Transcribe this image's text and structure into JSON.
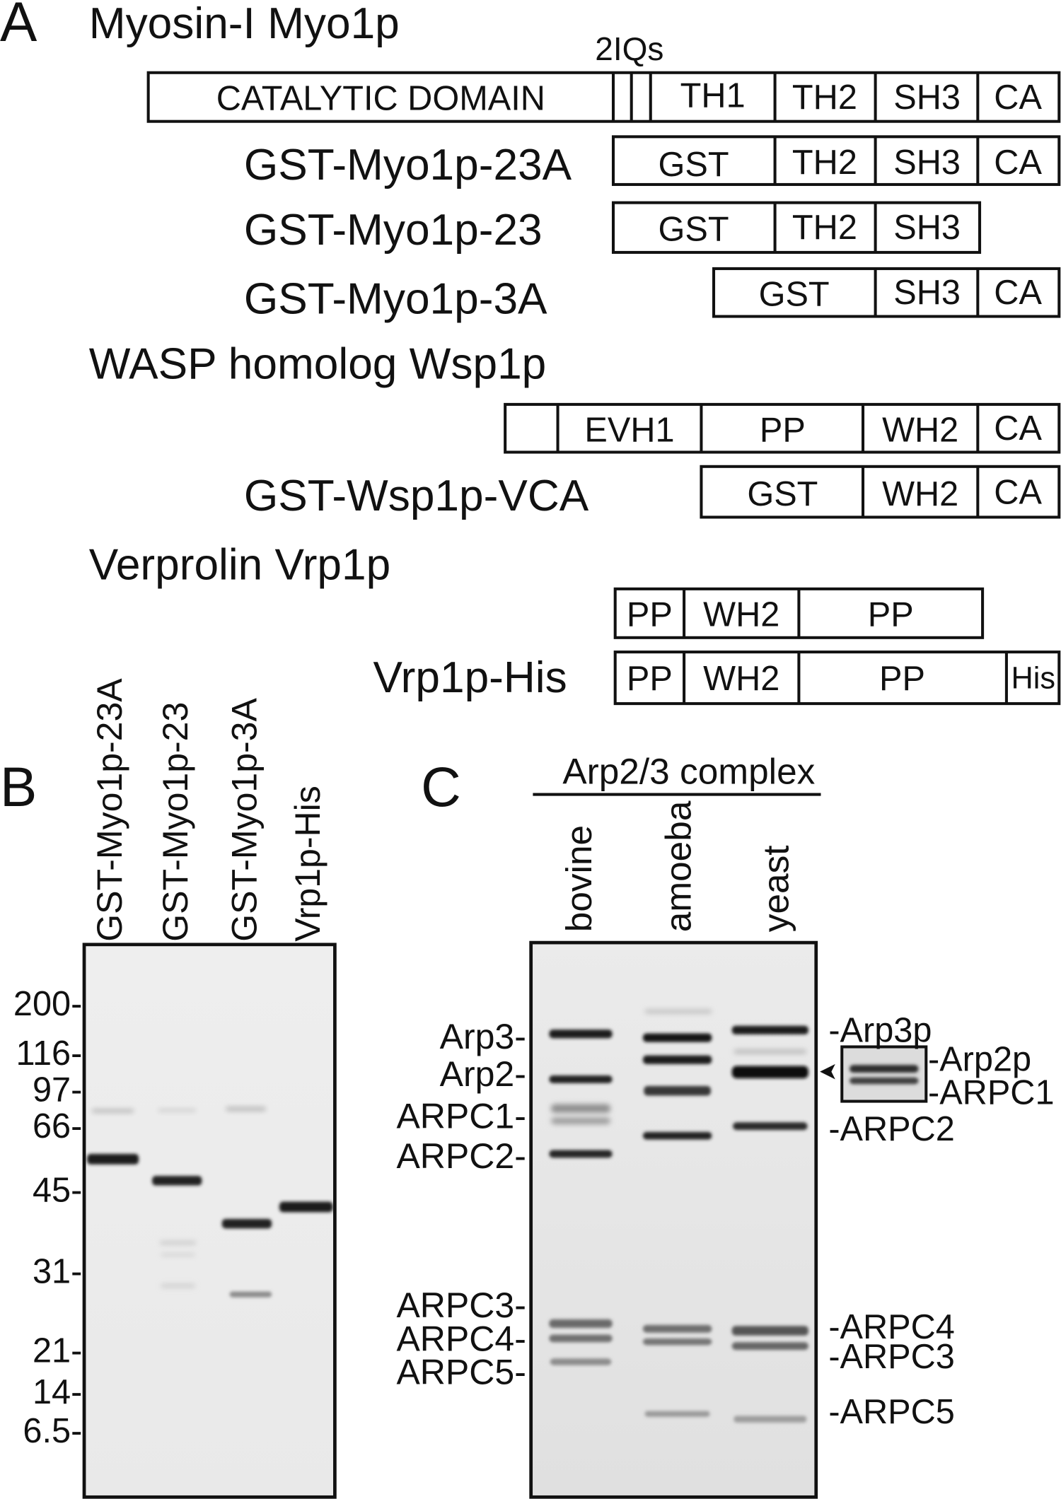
{
  "panel_a": {
    "letter": "A",
    "myo1p": {
      "title": "Myosin-I Myo1p",
      "iq_label": "2IQs",
      "domains": [
        "CATALYTIC DOMAIN",
        "TH1",
        "TH2",
        "SH3",
        "CA"
      ]
    },
    "myo1p_23a": {
      "name": "GST-Myo1p-23A",
      "domains": [
        "GST",
        "TH2",
        "SH3",
        "CA"
      ]
    },
    "myo1p_23": {
      "name": "GST-Myo1p-23",
      "domains": [
        "GST",
        "TH2",
        "SH3"
      ]
    },
    "myo1p_3a": {
      "name": "GST-Myo1p-3A",
      "domains": [
        "GST",
        "SH3",
        "CA"
      ]
    },
    "wsp1p": {
      "title": "WASP homolog Wsp1p",
      "domains": [
        "EVH1",
        "PP",
        "WH2",
        "CA"
      ]
    },
    "wsp1p_vca": {
      "name": "GST-Wsp1p-VCA",
      "domains": [
        "GST",
        "WH2",
        "CA"
      ]
    },
    "vrp1p": {
      "title": "Verprolin Vrp1p",
      "domains": [
        "PP",
        "WH2",
        "PP"
      ]
    },
    "vrp1p_his": {
      "name": "Vrp1p-His",
      "domains": [
        "PP",
        "WH2",
        "PP",
        "His"
      ]
    }
  },
  "panel_b": {
    "letter": "B",
    "lanes": [
      "GST-Myo1p-23A",
      "GST-Myo1p-23",
      "GST-Myo1p-3A",
      "Vrp1p-His"
    ],
    "markers": [
      "200-",
      "116-",
      "97-",
      "66-",
      "45-",
      "31-",
      "21-",
      "14-",
      "6.5-"
    ]
  },
  "panel_c": {
    "letter": "C",
    "group_label": "Arp2/3 complex",
    "lanes": [
      "bovine",
      "amoeba",
      "yeast"
    ],
    "left_labels": [
      "Arp3-",
      "Arp2-",
      "ARPC1-",
      "ARPC2-",
      "ARPC3-",
      "ARPC4-",
      "ARPC5-"
    ],
    "right_labels": [
      "-Arp3p",
      "-Arp2p",
      "-ARPC1",
      "-ARPC2",
      "-ARPC4",
      "-ARPC3",
      "-ARPC5"
    ]
  }
}
